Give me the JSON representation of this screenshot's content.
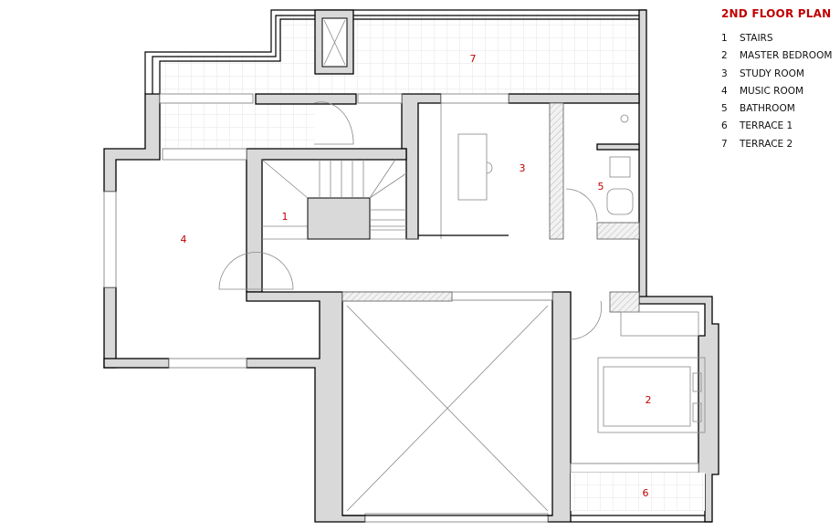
{
  "title": "2ND FLOOR PLAN",
  "legend": [
    {
      "num": "1",
      "label": "STAIRS"
    },
    {
      "num": "2",
      "label": "MASTER BEDROOM"
    },
    {
      "num": "3",
      "label": "STUDY ROOM"
    },
    {
      "num": "4",
      "label": "MUSIC ROOM"
    },
    {
      "num": "5",
      "label": "BATHROOM"
    },
    {
      "num": "6",
      "label": "TERRACE 1"
    },
    {
      "num": "7",
      "label": "TERRACE 2"
    }
  ],
  "rooms": {
    "r1": "1",
    "r2": "2",
    "r3": "3",
    "r4": "4",
    "r5": "5",
    "r6": "6",
    "r7": "7"
  },
  "colors": {
    "accent": "#c00000",
    "wall": "#d9d9d9"
  }
}
